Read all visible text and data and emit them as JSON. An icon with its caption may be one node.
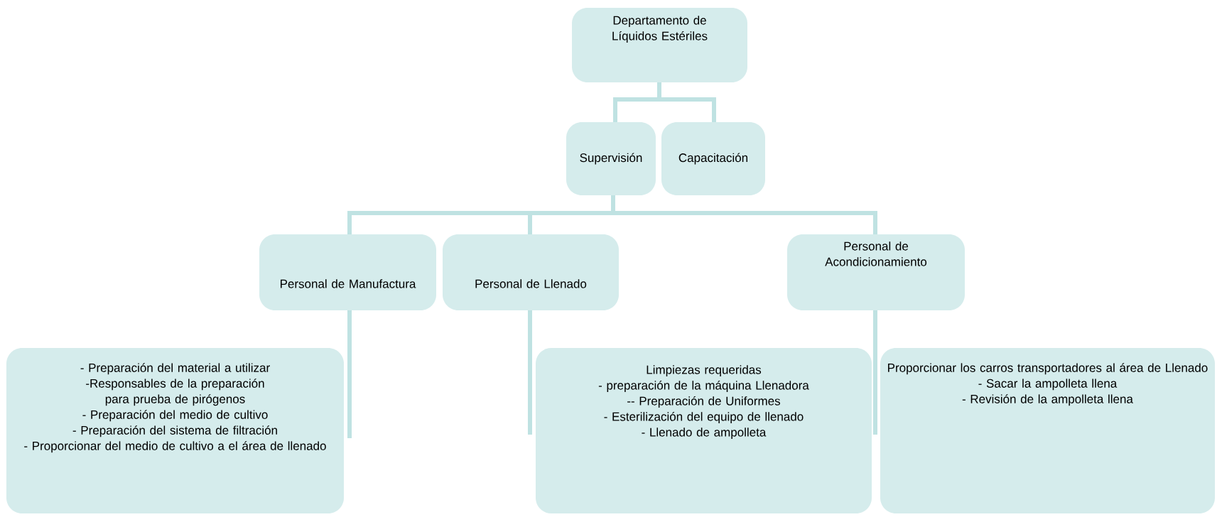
{
  "diagram": {
    "nodes": [
      {
        "text": [
          "Departamento de Líquidos Estériles"
        ]
      },
      {
        "text": [
          "Supervisión"
        ]
      },
      {
        "text": [
          "Capacitación"
        ]
      },
      {
        "text": [
          "Personal de Manufactura"
        ]
      },
      {
        "text": [
          "Personal de Llenado"
        ]
      },
      {
        "text": [
          "Personal de Acondicionamiento"
        ]
      },
      {
        "text": [
          "- Preparación del material a utilizar",
          "-Responsables de la preparación para prueba de pirógenos",
          "- Preparación del medio de cultivo",
          "- Preparación del sistema de filtración",
          "- Proporcionar del medio de cultivo a el área de llenado"
        ]
      },
      {
        "text": [
          "Limpiezas requeridas",
          "- preparación de la máquina Llenadora",
          "-- Preparación de Uniformes",
          "- Esterilización del equipo de llenado",
          "- Llenado de ampolleta"
        ]
      },
      {
        "text": [
          "Proporcionar los carros transportadores al área de Llenado",
          "- Sacar la ampolleta llena",
          "- Revisión de la ampolleta llena"
        ]
      }
    ],
    "edges": [
      {
        "from": 0,
        "to": 1,
        "arrow": "none"
      },
      {
        "from": 0,
        "to": 2,
        "arrow": "none"
      },
      {
        "from": 1,
        "to": 3,
        "arrow": "none"
      },
      {
        "from": 1,
        "to": 4,
        "arrow": "none"
      },
      {
        "from": 1,
        "to": 5,
        "arrow": "none"
      },
      {
        "from": 3,
        "to": 6,
        "arrow": "none"
      },
      {
        "from": 4,
        "to": 7,
        "arrow": "none"
      },
      {
        "from": 5,
        "to": 8,
        "arrow": "none"
      }
    ]
  }
}
